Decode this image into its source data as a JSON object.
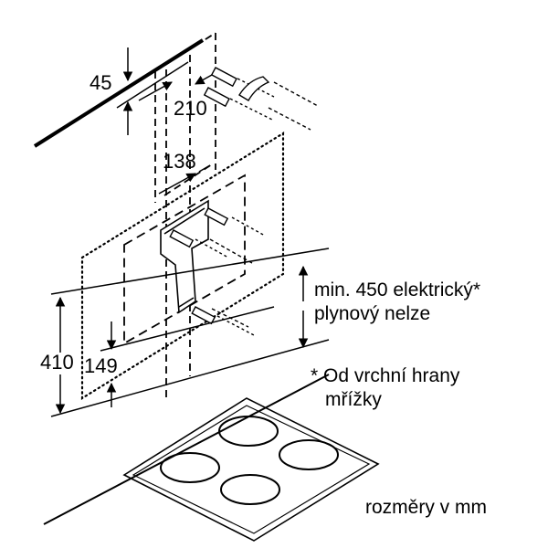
{
  "dimensions": {
    "top_offset": "45",
    "hole_spacing": "210",
    "bracket_width": "138",
    "height_left": "410",
    "height_small": "149"
  },
  "notes": {
    "min_distance_line1": "min. 450 elektrický*",
    "min_distance_line2": "plynový nelze",
    "footnote_line1": "* Od vrchní hrany",
    "footnote_line2": "mřížky",
    "units": "rozměry v mm"
  }
}
